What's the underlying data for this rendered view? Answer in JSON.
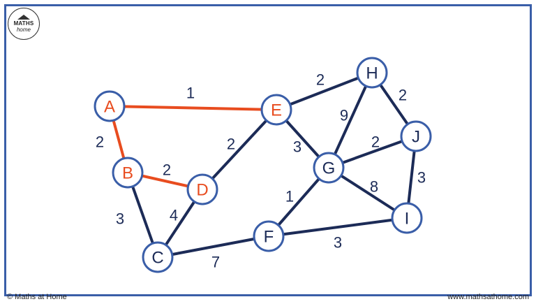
{
  "logo": {
    "line1": "MATHS",
    "line2": "home",
    "icon": "house-icon"
  },
  "footer": {
    "copyright": "© Maths at Home",
    "website": "www.mathsathome.com"
  },
  "colors": {
    "border": "#3a5ea8",
    "edge": "#1c2b57",
    "highlight": "#e84c1f",
    "node_stroke": "#3a5ea8",
    "node_fill": "#ffffff",
    "text": "#1c2b57"
  },
  "nodes": [
    {
      "id": "A",
      "label": "A",
      "highlighted": true
    },
    {
      "id": "B",
      "label": "B",
      "highlighted": true
    },
    {
      "id": "C",
      "label": "C",
      "highlighted": false
    },
    {
      "id": "D",
      "label": "D",
      "highlighted": true
    },
    {
      "id": "E",
      "label": "E",
      "highlighted": true
    },
    {
      "id": "F",
      "label": "F",
      "highlighted": false
    },
    {
      "id": "G",
      "label": "G",
      "highlighted": false
    },
    {
      "id": "H",
      "label": "H",
      "highlighted": false
    },
    {
      "id": "I",
      "label": "I",
      "highlighted": false
    },
    {
      "id": "J",
      "label": "J",
      "highlighted": false
    }
  ],
  "edges": [
    {
      "from": "A",
      "to": "E",
      "weight": "1",
      "highlighted": true
    },
    {
      "from": "A",
      "to": "B",
      "weight": "2",
      "highlighted": true
    },
    {
      "from": "B",
      "to": "D",
      "weight": "2",
      "highlighted": true
    },
    {
      "from": "B",
      "to": "C",
      "weight": "3",
      "highlighted": false
    },
    {
      "from": "C",
      "to": "D",
      "weight": "4",
      "highlighted": false
    },
    {
      "from": "D",
      "to": "E",
      "weight": "2",
      "highlighted": false
    },
    {
      "from": "C",
      "to": "F",
      "weight": "7",
      "highlighted": false
    },
    {
      "from": "E",
      "to": "H",
      "weight": "2",
      "highlighted": false
    },
    {
      "from": "E",
      "to": "G",
      "weight": "3",
      "highlighted": false
    },
    {
      "from": "H",
      "to": "G",
      "weight": "9",
      "highlighted": false
    },
    {
      "from": "H",
      "to": "J",
      "weight": "2",
      "highlighted": false
    },
    {
      "from": "J",
      "to": "G",
      "weight": "2",
      "highlighted": false
    },
    {
      "from": "J",
      "to": "I",
      "weight": "3",
      "highlighted": false
    },
    {
      "from": "G",
      "to": "I",
      "weight": "8",
      "highlighted": false
    },
    {
      "from": "F",
      "to": "G",
      "weight": "1",
      "highlighted": false
    },
    {
      "from": "F",
      "to": "I",
      "weight": "3",
      "highlighted": false
    }
  ]
}
